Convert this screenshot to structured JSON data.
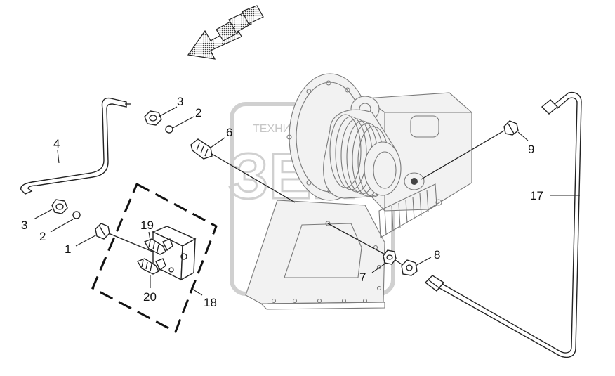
{
  "callouts": [
    {
      "id": "c1",
      "text": "1"
    },
    {
      "id": "c2a",
      "text": "2"
    },
    {
      "id": "c2b",
      "text": "2"
    },
    {
      "id": "c3a",
      "text": "3"
    },
    {
      "id": "c3b",
      "text": "3"
    },
    {
      "id": "c4",
      "text": "4"
    },
    {
      "id": "c6",
      "text": "6"
    },
    {
      "id": "c7",
      "text": "7"
    },
    {
      "id": "c8",
      "text": "8"
    },
    {
      "id": "c9",
      "text": "9"
    },
    {
      "id": "c17",
      "text": "17"
    },
    {
      "id": "c18",
      "text": "18"
    },
    {
      "id": "c19",
      "text": "19"
    },
    {
      "id": "c20",
      "text": "20"
    }
  ],
  "watermark": {
    "top_text": "ТЕХНИКА",
    "logo_text": "ЗЕП"
  },
  "icons": {
    "direction": "direction-arrow-icon"
  }
}
